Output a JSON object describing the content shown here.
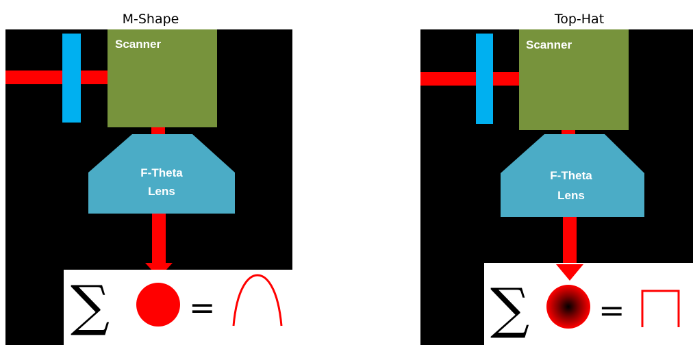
{
  "panels": [
    {
      "title": "M-Shape",
      "scanner_label": "Scanner",
      "lens_label_line1": "F-Theta",
      "lens_label_line2": "Lens",
      "sum_symbol": "∑",
      "equals_symbol": "=",
      "spot_style": "solid red dot",
      "profile_shape": "arc"
    },
    {
      "title": "Top-Hat",
      "scanner_label": "Scanner",
      "lens_label_line1": "F-Theta",
      "lens_label_line2": "Lens",
      "sum_symbol": "∑",
      "equals_symbol": "=",
      "spot_style": "radial gradient dot (dark center)",
      "profile_shape": "flat top"
    }
  ],
  "colors": {
    "background": "#000000",
    "beam": "#ff0000",
    "filter": "#00b0f0",
    "scanner": "#77933c",
    "lens": "#4bacc6",
    "formula_bg": "#ffffff"
  }
}
